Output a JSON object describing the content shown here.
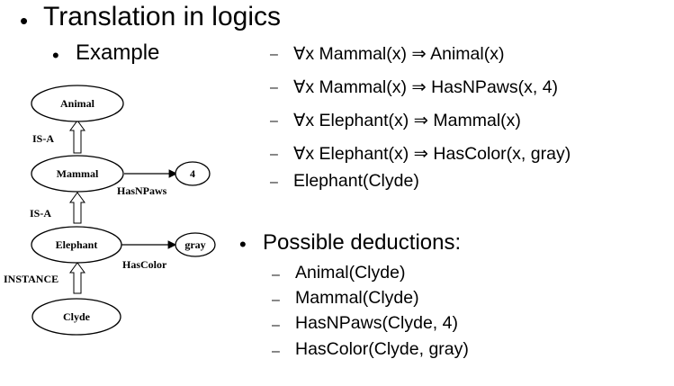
{
  "heading": "Translation in logics",
  "subheading": "Example",
  "formulas": [
    "∀x Mammal(x) ⇒ Animal(x)",
    "∀x Mammal(x) ⇒ HasNPaws(x, 4)",
    "∀x Elephant(x) ⇒ Mammal(x)",
    "∀x Elephant(x) ⇒ HasColor(x, gray)",
    "Elephant(Clyde)"
  ],
  "deductions_heading": "Possible deductions:",
  "deductions": [
    "Animal(Clyde)",
    "Mammal(Clyde)",
    "HasNPaws(Clyde, 4)",
    "HasColor(Clyde, gray)"
  ],
  "diagram": {
    "nodes": {
      "animal": "Animal",
      "mammal": "Mammal",
      "elephant": "Elephant",
      "clyde": "Clyde",
      "four": "4",
      "gray": "gray"
    },
    "edges": {
      "isa_1": "IS-A",
      "isa_2": "IS-A",
      "instance": "INSTANCE",
      "hasnpaws": "HasNPaws",
      "hascolor": "HasColor"
    }
  }
}
